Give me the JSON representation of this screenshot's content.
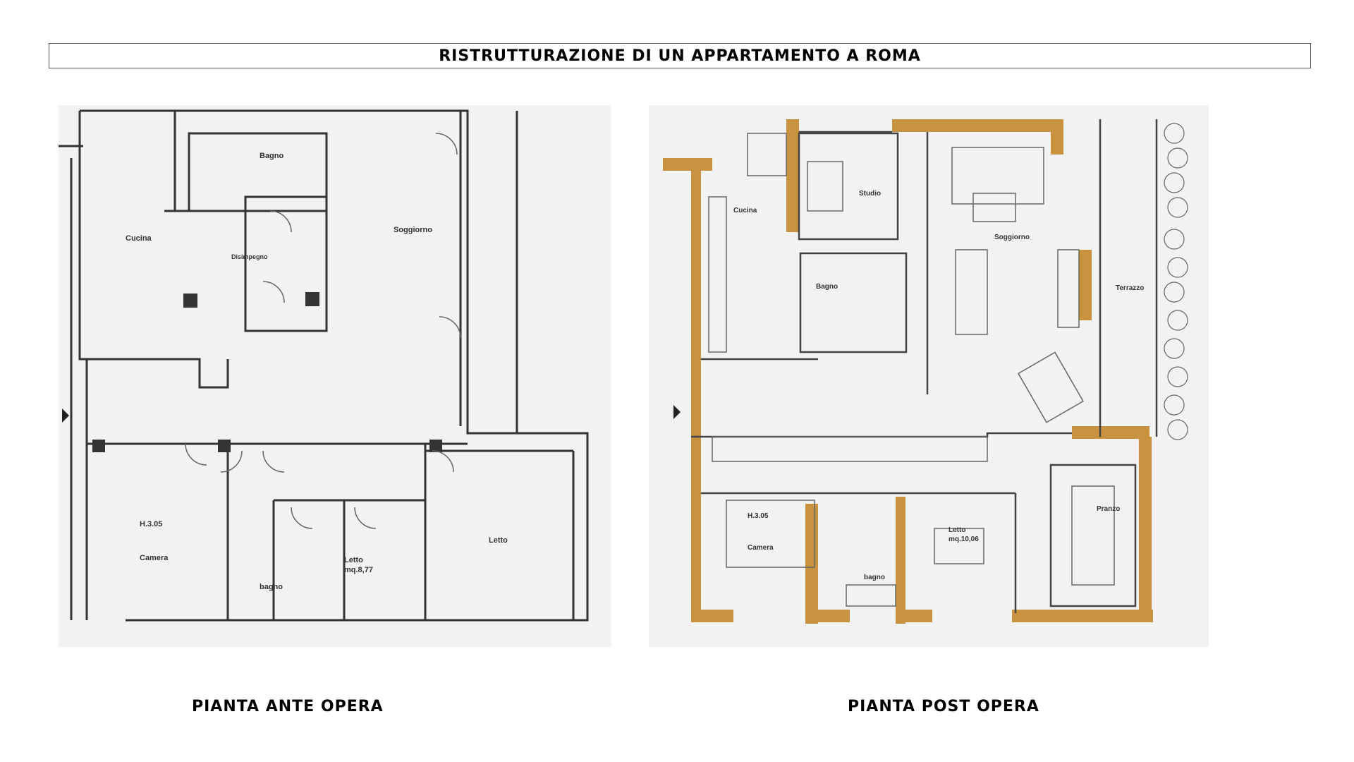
{
  "header": {
    "title": "RISTRUTTURAZIONE DI UN APPARTAMENTO A ROMA"
  },
  "plan_ante": {
    "caption": "PIANTA ANTE  OPERA",
    "rooms": {
      "bagno_top": "Bagno",
      "cucina": "Cucina",
      "disimpegno": "Disimpegno",
      "soggiorno": "Soggiorno",
      "height": "H.3.05",
      "camera": "Camera",
      "letto_small": "Letto",
      "letto_small_area": "mq.8,77",
      "bagno_bottom": "bagno",
      "letto_right": "Letto"
    }
  },
  "plan_post": {
    "caption": "PIANTA POST OPERA",
    "rooms": {
      "cucina": "Cucina",
      "studio": "Studio",
      "bagno_top": "Bagno",
      "soggiorno": "Soggiorno",
      "terrazzo": "Terrazzo",
      "height": "H.3.05",
      "camera": "Camera",
      "letto": "Letto",
      "letto_area": "mq.10,06",
      "bagno_bottom": "bagno",
      "pranzo": "Pranzo"
    },
    "colors": {
      "wall_new": "#c8923e",
      "wall_existing": "#444444",
      "paper": "#f2f2f2"
    }
  }
}
